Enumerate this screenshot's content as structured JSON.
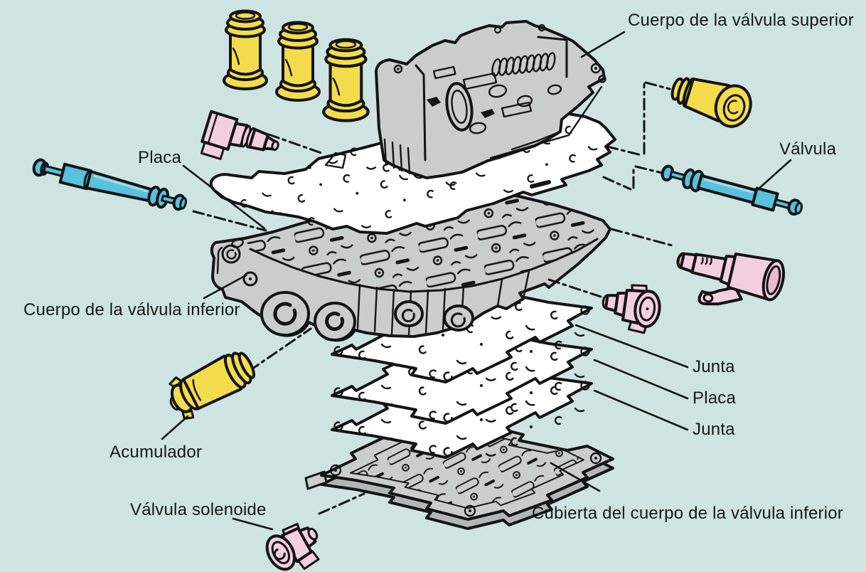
{
  "diagram": {
    "background": "#cde4e2",
    "palette": {
      "line": "#141414",
      "yellow": "#f3dc4b",
      "pink": "#f3cfdd",
      "pink_shade": "#ecb9cd",
      "blue": "#58c1dd",
      "blue_light": "#a8dcec",
      "gray": "#c9cdcc",
      "gray_mid": "#b2b7b6",
      "gray_dark": "#9aa09f",
      "paper": "#ffffff"
    },
    "labels": [
      {
        "id": "upper-valve-body",
        "text": "Cuerpo de la válvula superior"
      },
      {
        "id": "plate-upper",
        "text": "Placa"
      },
      {
        "id": "valve",
        "text": "Válvula"
      },
      {
        "id": "lower-valve-body",
        "text": "Cuerpo de la válvula inferior"
      },
      {
        "id": "gasket-upper",
        "text": "Junta"
      },
      {
        "id": "plate-lower",
        "text": "Placa"
      },
      {
        "id": "gasket-lower",
        "text": "Junta"
      },
      {
        "id": "accumulator",
        "text": "Acumulador"
      },
      {
        "id": "solenoid-valve",
        "text": "Válvula solenoide"
      },
      {
        "id": "lower-valve-body-cover",
        "text": "Cubierta del cuerpo de la válvula inferior"
      }
    ]
  }
}
